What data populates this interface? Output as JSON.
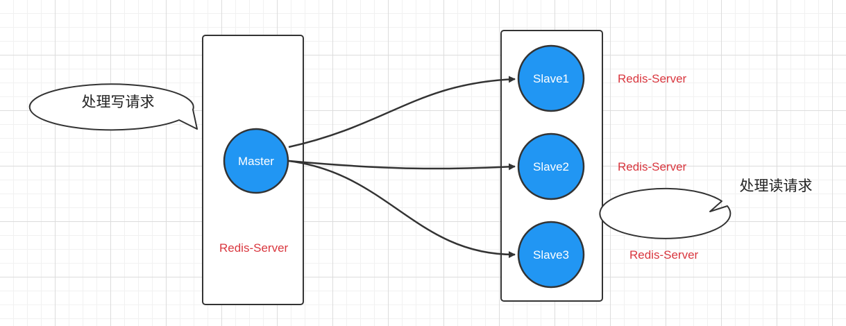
{
  "nodes": {
    "master": "Master",
    "slave1": "Slave1",
    "slave2": "Slave2",
    "slave3": "Slave3"
  },
  "server_labels": {
    "master": "Redis-Server",
    "slave1": "Redis-Server",
    "slave2": "Redis-Server",
    "slave3": "Redis-Server"
  },
  "callouts": {
    "write": "处理写请求",
    "read": "处理读请求"
  },
  "colors": {
    "node_fill": "#2196f3",
    "outline": "#333333",
    "server_text": "#d9363e"
  }
}
